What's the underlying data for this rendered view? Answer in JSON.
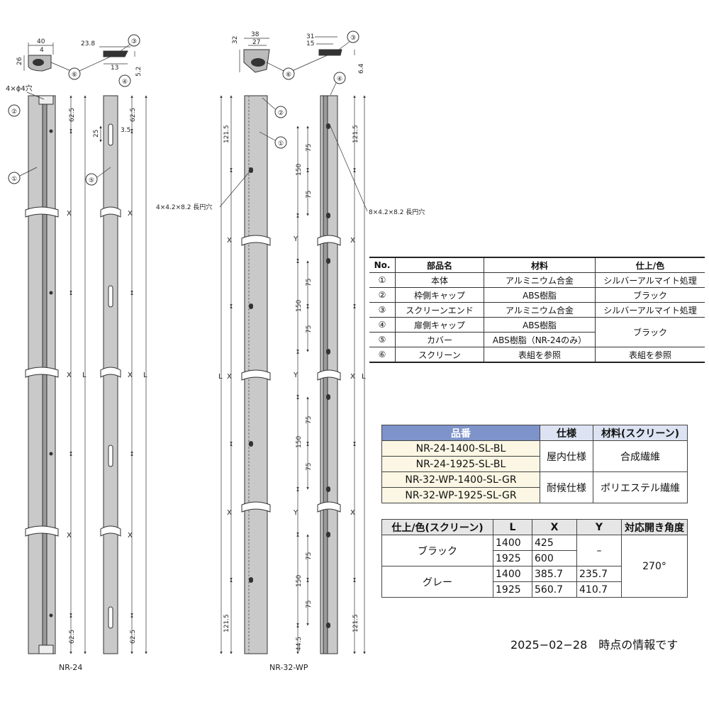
{
  "drawing_labels": {
    "label_nr24": "NR-24",
    "label_nr32": "NR-32-WP",
    "hole_note_nr24": "4×ϕ4穴",
    "hole_note_nr32_left": "4×4.2×8.2 長円穴",
    "hole_note_nr32_right": "8×4.2×8.2 長円穴",
    "callouts": [
      "①",
      "②",
      "③",
      "④",
      "⑤",
      "⑥"
    ],
    "nr24_top": {
      "w40": "40",
      "w4": "4",
      "h26": "26",
      "w23_8": "23.8",
      "w13": "13",
      "h5_2": "5.2"
    },
    "nr32_top": {
      "w38": "38",
      "w27": "27",
      "h32": "32",
      "w31": "31",
      "w15": "15",
      "h6_4": "6.4"
    },
    "nr24_dims": {
      "d62_5": "62.5",
      "d25": "25",
      "d3_5": "3.5",
      "x": "X",
      "l": "L"
    },
    "nr32_dims": {
      "d121_5": "121.5",
      "d75": "75",
      "d150": "150",
      "d44_5": "44.5",
      "x": "X",
      "y": "Y",
      "l": "L"
    }
  },
  "parts_table": {
    "headers": [
      "No.",
      "部品名",
      "材料",
      "仕上/色"
    ],
    "rows": [
      {
        "no": "①",
        "name": "本体",
        "material": "アルミニウム合金",
        "finish": "シルバーアルマイト処理"
      },
      {
        "no": "②",
        "name": "枠側キャップ",
        "material": "ABS樹脂",
        "finish": "ブラック"
      },
      {
        "no": "③",
        "name": "スクリーンエンド",
        "material": "アルミニウム合金",
        "finish": "シルバーアルマイト処理"
      },
      {
        "no": "④",
        "name": "扉側キャップ",
        "material": "ABS樹脂",
        "finish": "ブラック"
      },
      {
        "no": "⑤",
        "name": "カバー",
        "material": "ABS樹脂（NR-24のみ）",
        "finish": ""
      },
      {
        "no": "⑥",
        "name": "スクリーン",
        "material": "表組を参照",
        "finish": "表組を参照"
      }
    ]
  },
  "model_table": {
    "headers": [
      "品番",
      "仕様",
      "材料(スクリーン)"
    ],
    "rows": [
      {
        "model": "NR-24-1400-SL-BL",
        "spec": "屋内仕様",
        "material": "合成繊維"
      },
      {
        "model": "NR-24-1925-SL-BL",
        "spec": "",
        "material": ""
      },
      {
        "model": "NR-32-WP-1400-SL-GR",
        "spec": "耐候仕様",
        "material": "ポリエステル繊維"
      },
      {
        "model": "NR-32-WP-1925-SL-GR",
        "spec": "",
        "material": ""
      }
    ]
  },
  "dim_table": {
    "headers": [
      "仕上/色(スクリーン)",
      "L",
      "X",
      "Y",
      "対応開き角度"
    ],
    "color_black": "ブラック",
    "color_gray": "グレー",
    "angle": "270°",
    "y_black": "–",
    "rows": [
      {
        "l": "1400",
        "x": "425",
        "y": ""
      },
      {
        "l": "1925",
        "x": "600",
        "y": ""
      },
      {
        "l": "1400",
        "x": "385.7",
        "y": "235.7"
      },
      {
        "l": "1925",
        "x": "560.7",
        "y": "410.7"
      }
    ]
  },
  "footer_note": "2025−02−28　時点の情報です"
}
